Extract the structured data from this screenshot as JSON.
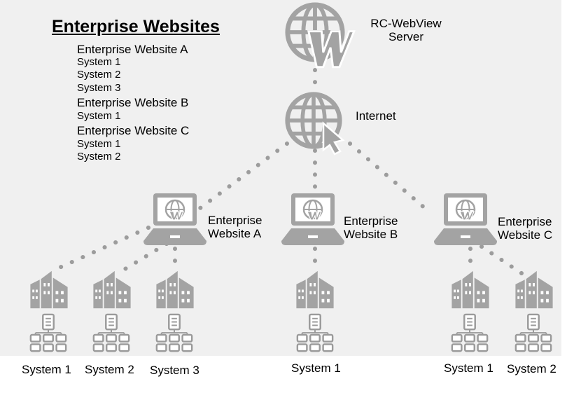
{
  "legend": {
    "title": "Enterprise Websites",
    "sites": [
      {
        "name": "Enterprise Website A",
        "systems": [
          "System 1",
          "System 2",
          "System 3"
        ]
      },
      {
        "name": "Enterprise Website B",
        "systems": [
          "System 1"
        ]
      },
      {
        "name": "Enterprise Website C",
        "systems": [
          "System 1",
          "System 2"
        ]
      }
    ]
  },
  "diagram": {
    "server_label_line1": "RC-WebView",
    "server_label_line2": "Server",
    "internet_label": "Internet",
    "website_nodes": [
      {
        "line1": "Enterprise",
        "line2": "Website A"
      },
      {
        "line1": "Enterprise",
        "line2": "Website B"
      },
      {
        "line1": "Enterprise",
        "line2": "Website C"
      }
    ],
    "system_labels": [
      "System 1",
      "System 2",
      "System 3",
      "System 1",
      "System 1",
      "System 2"
    ]
  },
  "colors": {
    "icon_gray": "#a3a3a3",
    "connector_gray": "#9c9c9c",
    "panel_background": "#f0f0f0"
  },
  "icons": [
    "globe-w-icon",
    "globe-cursor-icon",
    "laptop-w-icon",
    "building-icon",
    "rack-icon"
  ]
}
